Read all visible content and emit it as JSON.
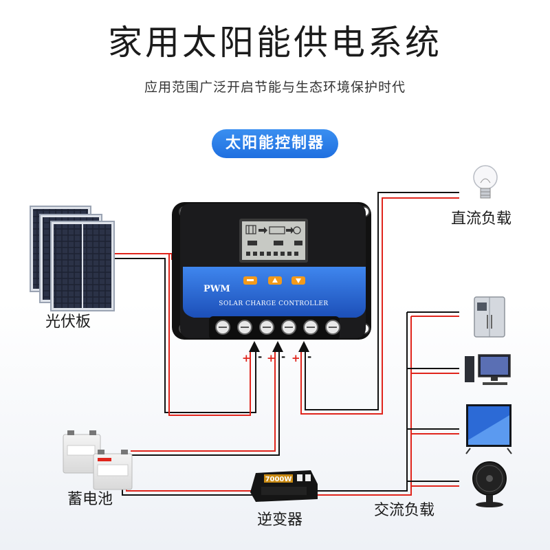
{
  "header": {
    "title": "家用太阳能供电系统",
    "subtitle": "应用范围广泛开启节能与生态环境保护时代"
  },
  "controller": {
    "badge": "太阳能控制器",
    "brand": "PWM",
    "caption": "SOLAR CHARGE CONTROLLER"
  },
  "labels": {
    "solar_panel": "光伏板",
    "dc_load": "直流负载",
    "battery": "蓄电池",
    "inverter": "逆变器",
    "ac_load": "交流负载"
  },
  "terminal_signs": {
    "plus": "+",
    "minus": "-"
  },
  "inverter_rating": "7000W",
  "colors": {
    "badge": "#2a7ee8",
    "wire_red": "#e0241b",
    "wire_black": "#111111",
    "controller_blue": "#2a6ad8"
  }
}
